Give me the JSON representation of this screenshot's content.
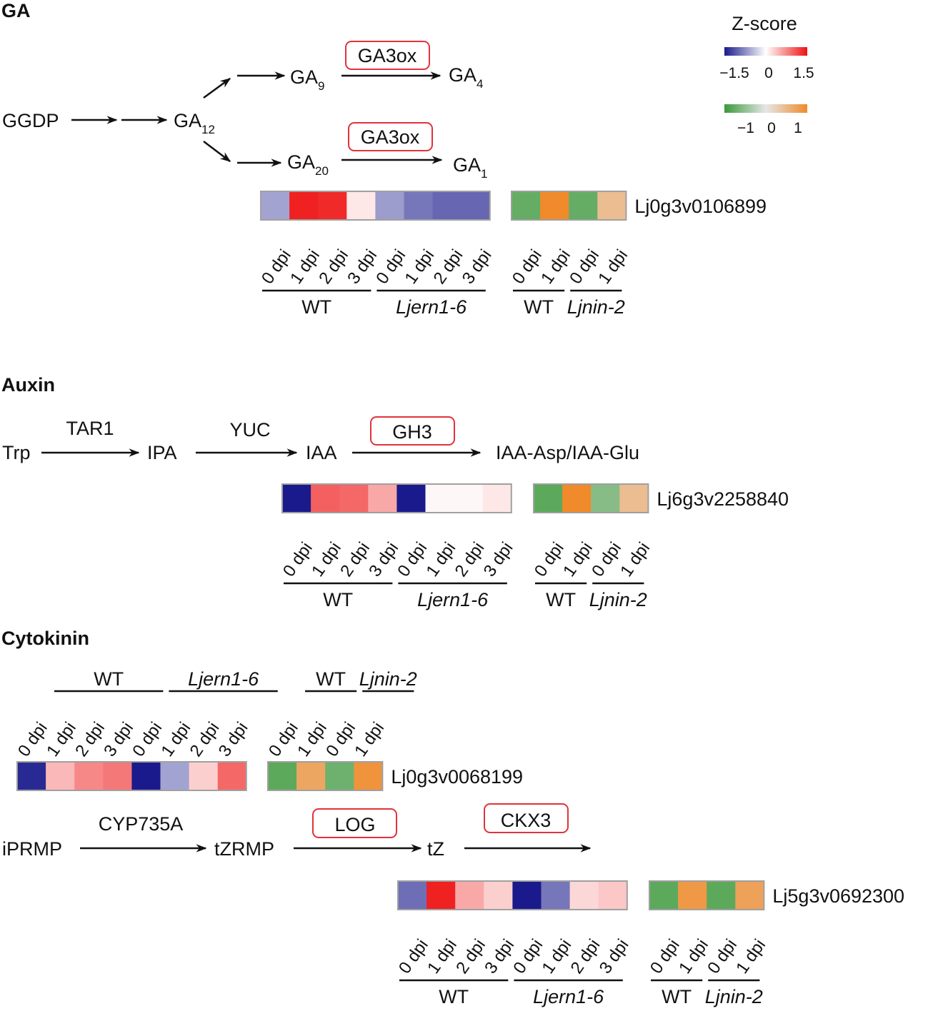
{
  "sections": {
    "ga": "GA",
    "auxin": "Auxin",
    "cytokinin": "Cytokinin"
  },
  "ga_pathway": {
    "ggdp": "GGDP",
    "ga12": {
      "main": "GA",
      "sub": "12"
    },
    "ga9": {
      "main": "GA",
      "sub": "9"
    },
    "ga4": {
      "main": "GA",
      "sub": "4"
    },
    "ga20": {
      "main": "GA",
      "sub": "20"
    },
    "ga1": {
      "main": "GA",
      "sub": "1"
    },
    "enzyme_top": "GA3ox",
    "enzyme_bottom": "GA3ox"
  },
  "auxin_pathway": {
    "trp": "Trp",
    "tar1": "TAR1",
    "ipa": "IPA",
    "yuc": "YUC",
    "iaa": "IAA",
    "gh3": "GH3",
    "product": "IAA-Asp/IAA-Glu"
  },
  "cytokinin_pathway": {
    "iprmp": "iPRMP",
    "cyp": "CYP735A",
    "tzrmp": "tZRMP",
    "log": "LOG",
    "tz": "tZ",
    "ckx3": "CKX3"
  },
  "legend": {
    "title": "Z-score",
    "scale1": {
      "colors": [
        "#1a1a8c",
        "#ffffff",
        "#ee1111"
      ],
      "ticks": [
        "−1.5",
        "0",
        "1.5"
      ]
    },
    "scale2": {
      "colors": [
        "#3a9a3a",
        "#e6e6e6",
        "#f08a2a"
      ],
      "ticks": [
        "−1",
        "0",
        "1"
      ]
    }
  },
  "groups": {
    "wt": "WT",
    "jern": "Ljern1-6",
    "wt2": "WT",
    "nin": "Ljnin-2"
  },
  "timepoints_a": [
    "0 dpi",
    "1 dpi",
    "2 dpi",
    "3 dpi",
    "0 dpi",
    "1 dpi",
    "2 dpi",
    "3 dpi"
  ],
  "timepoints_b": [
    "0 dpi",
    "1 dpi",
    "0 dpi",
    "1 dpi"
  ],
  "chart_data": {
    "type": "heatmap",
    "rows": [
      {
        "gene": "Lj0g3v0106899",
        "zscore": [
          -0.6,
          1.4,
          1.35,
          0.15,
          -0.65,
          -0.9,
          -1.0,
          -1.0
        ],
        "zscore_b": [
          -0.75,
          1.0,
          -0.75,
          0.45
        ]
      },
      {
        "gene": "Lj6g3v2258840",
        "zscore": [
          -1.5,
          1.0,
          0.95,
          0.55,
          -1.5,
          0.05,
          0.05,
          0.15
        ],
        "zscore_b": [
          -0.8,
          1.0,
          -0.55,
          0.45
        ]
      },
      {
        "gene": "Lj0g3v0068199",
        "zscore": [
          -1.4,
          0.45,
          0.75,
          0.85,
          -1.5,
          -0.6,
          0.3,
          0.95
        ],
        "zscore_b": [
          -0.8,
          0.7,
          -0.7,
          0.9
        ]
      },
      {
        "gene": "Lj5g3v0692300",
        "zscore": [
          -0.95,
          1.4,
          0.55,
          0.3,
          -1.5,
          -0.9,
          0.25,
          0.35
        ],
        "zscore_b": [
          -0.8,
          0.85,
          -0.8,
          0.75
        ]
      }
    ]
  }
}
